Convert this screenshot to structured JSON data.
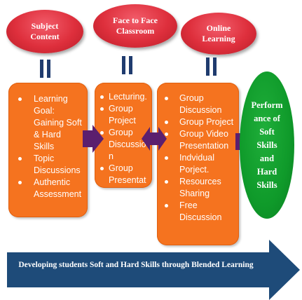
{
  "top_ellipses": [
    {
      "line1": "Subject",
      "line2": "Content"
    },
    {
      "line1": "Face to Face",
      "line2": "Classroom"
    },
    {
      "line1": "Online",
      "line2": "Learning"
    }
  ],
  "boxes": {
    "subject": [
      "Learning Goal: Gaining Soft & Hard Skills",
      "Topic Discussions",
      "Authentic Assessment"
    ],
    "classroom": [
      "Lecturing.",
      "Group Project",
      "Group Discussio n",
      "Group Presentat"
    ],
    "online": [
      "Group Discussion",
      "Group Project",
      "Group Video Presentation",
      "Indvidual Porject.",
      "Resources Sharing",
      "Free Discussion"
    ]
  },
  "outcome": {
    "lines": [
      "Perform",
      "ance of",
      "Soft",
      "Skills",
      "and",
      "Hard",
      "Skills"
    ]
  },
  "banner": {
    "text": "Developing students Soft and Hard Skills through Blended Learning"
  },
  "colors": {
    "ellipse": "#de2f3c",
    "box": "#f5731f",
    "outcome": "#0f9a2a",
    "connector": "#5b1f6e",
    "banner": "#1e4b79",
    "equals": "#1f3b6e"
  }
}
